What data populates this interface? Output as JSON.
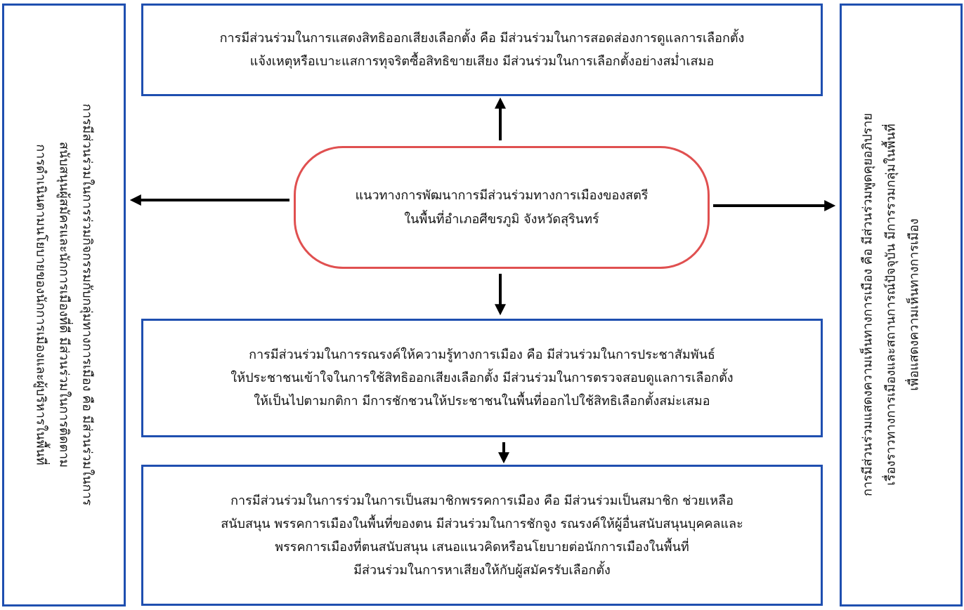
{
  "center": {
    "lines": [
      "แนวทางการพัฒนาการมีส่วนร่วมทางการเมืองของสตรี",
      "ในพื้นที่อำเภอศีขรภูมิ จังหวัดสุรินทร์"
    ]
  },
  "top_box": {
    "lines": [
      "การมีส่วนร่วมในการแสดงสิทธิออกเสียงเลือกตั้ง คือ มีส่วนร่วมในการสอดส่องการดูแลการเลือกตั้ง",
      "แจ้งเหตุหรือเบาะแสการทุจริตซื้อสิทธิขายเสียง มีส่วนร่วมในการเลือกตั้งอย่างสม่ำเสมอ"
    ]
  },
  "middle_box": {
    "lines": [
      "การมีส่วนร่วมในการรณรงค์ให้ความรู้ทางการเมือง คือ มีส่วนร่วมในการประชาสัมพันธ์",
      "ให้ประชาชนเข้าใจในการใช้สิทธิออกเสียงเลือกตั้ง มีส่วนร่วมในการตรวจสอบดูแลการเลือกตั้ง",
      "ให้เป็นไปตามกติกา มีการชักชวนให้ประชาชนในพื้นที่ออกไปใช้สิทธิเลือกตั้งสม่ะเสมอ"
    ]
  },
  "bottom_box": {
    "lines": [
      "การมีส่วนร่วมในการร่วมในการเป็นสมาชิกพรรคการเมือง คือ มีส่วนร่วมเป็นสมาชิก ช่วยเหลือ",
      "สนับสนุน พรรคการเมืองในพื้นที่ของตน มีส่วนร่วมในการชักจูง รณรงค์ให้ผู้อื่นสนับสนุนบุคคลและ",
      "พรรคการเมืองที่ตนสนับสนุน เสนอแนวคิดหรือนโยบายต่อนักการเมืองในพื้นที่",
      "มีส่วนร่วมในการหาเสียงให้กับผู้สมัครรับเลือกตั้ง"
    ]
  },
  "left_box": {
    "lines": [
      "การมีส่วนร่วมในการร่วมกิจกรรมกับกลุ่มทางการเมือง คือ มีส่วนร่วมในการ",
      "สนับสนุนผู้สมัครและนักการเมืองที่ดี มีส่วนร่วมในการติดตาม",
      "การดำเนินตามนโยบายของนักการเมืองและผู้บริหารในพื้นที่"
    ]
  },
  "right_box": {
    "lines": [
      "การมีส่วนร่วมแสดงความเห็นทางการเมือง คือ มีส่วนร่วมพูดคุยอภิปราย",
      "เรื่องราวทางการเมืองและสถานการณ์ปัจจุบัน มีการรวมกลุ่มในพื้นที่",
      "เพื่อแสดงความเห็นทางการเมือง"
    ]
  },
  "colors": {
    "box_border": "#1f4fb0",
    "pill_border": "#e05050",
    "arrow": "#000000"
  }
}
